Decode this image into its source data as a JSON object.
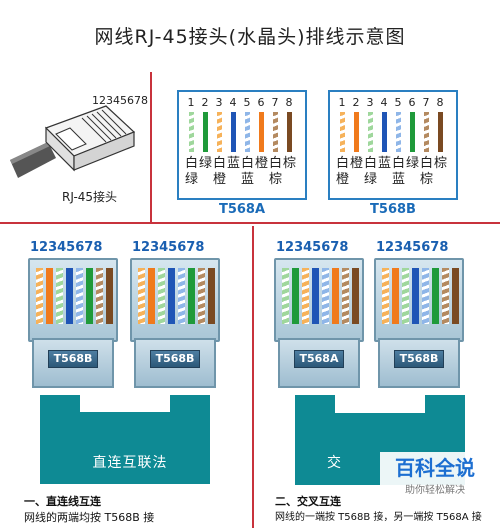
{
  "title": "网线RJ-45接头(水晶头)排线示意图",
  "rj45": {
    "pins_label": "12345678",
    "caption": "RJ-45接头"
  },
  "pin_numbers": [
    "1",
    "2",
    "3",
    "4",
    "5",
    "6",
    "7",
    "8"
  ],
  "t568a": {
    "name": "T568A",
    "labels_top": [
      "白",
      "绿",
      "白",
      "蓝",
      "白",
      "橙",
      "白",
      "棕"
    ],
    "labels_bottom": [
      "绿",
      "",
      "橙",
      "",
      "蓝",
      "",
      "棕",
      ""
    ],
    "colors": [
      "#9fd79c",
      "#1f9a3a",
      "#f6b25a",
      "#1f55b6",
      "#8fb6e8",
      "#f07a1c",
      "#b48a60",
      "#7a4a22"
    ],
    "striped": [
      true,
      false,
      true,
      false,
      true,
      false,
      true,
      false
    ]
  },
  "t568b": {
    "name": "T568B",
    "labels_top": [
      "白",
      "橙",
      "白",
      "蓝",
      "白",
      "绿",
      "白",
      "棕"
    ],
    "labels_bottom": [
      "橙",
      "",
      "绿",
      "",
      "蓝",
      "",
      "棕",
      ""
    ],
    "colors": [
      "#f6b25a",
      "#f07a1c",
      "#9fd79c",
      "#1f55b6",
      "#8fb6e8",
      "#1f9a3a",
      "#b48a60",
      "#7a4a22"
    ],
    "striped": [
      true,
      false,
      true,
      false,
      true,
      false,
      true,
      false
    ]
  },
  "plug_pins_label": "12345678",
  "straight": {
    "plug_left": "T568B",
    "plug_right": "T568B",
    "cable_label": "直连互联法",
    "heading": "一、直连线互连",
    "line1": "网线的两端均按 T568B 接"
  },
  "crossover": {
    "plug_left": "T568A",
    "plug_right": "T568B",
    "cable_label": "交",
    "heading": "二、交叉互连",
    "line1": "网线的一端按 T568B 接，另一端按 T568A 接"
  },
  "watermark": {
    "brand": "百科全说",
    "slogan": "助你轻松解决"
  },
  "colors": {
    "divider": "#c8323c",
    "cable": "#0e8a94",
    "accent": "#1a6bb8"
  }
}
